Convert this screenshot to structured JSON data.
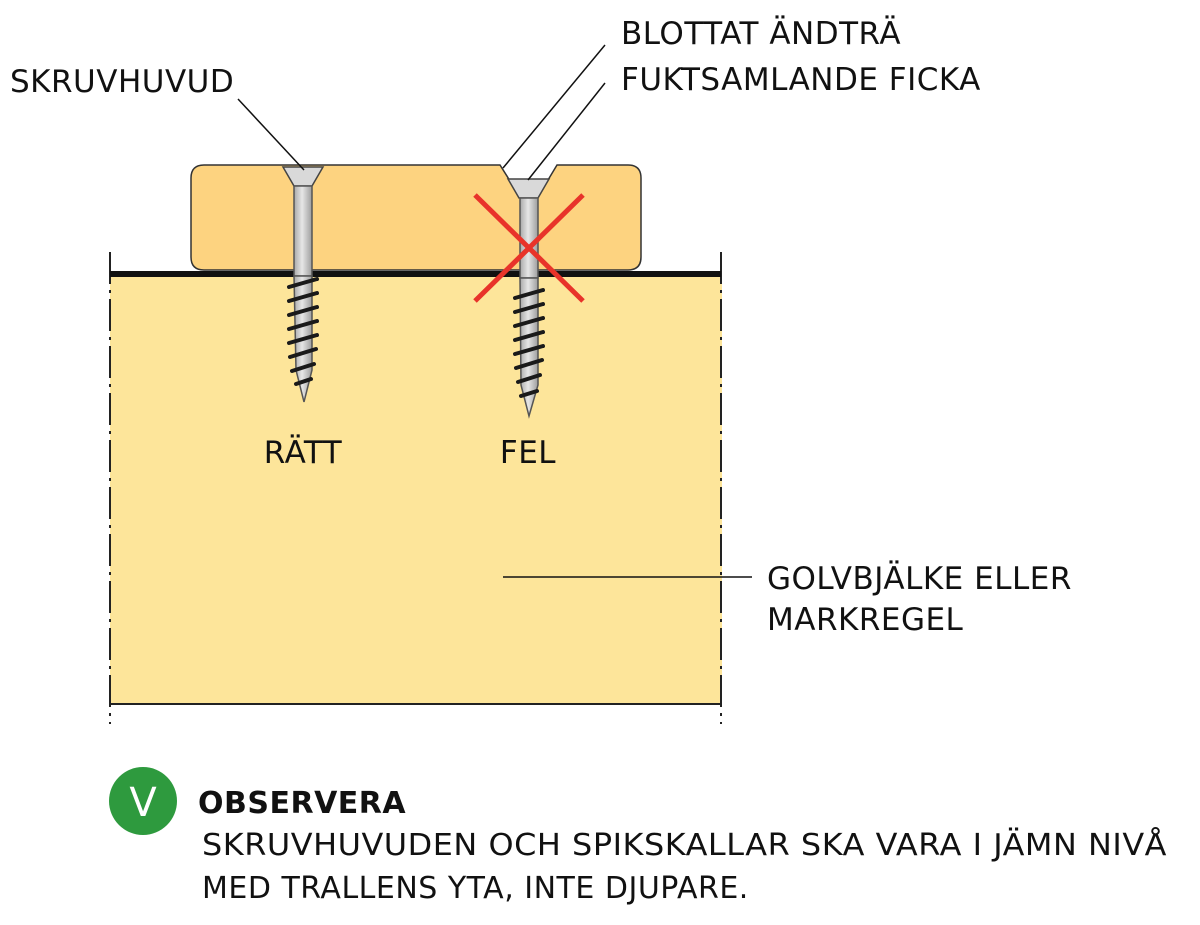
{
  "labels": {
    "screw_head": "SKRUVHUVUD",
    "exposed_end_grain": "BLOTTAT ÄNDTRÄ",
    "moisture_pocket": "FUKTSAMLANDE FICKA",
    "correct": "RÄTT",
    "wrong": "FEL",
    "joist_line1": "GOLVBJÄLKE ELLER",
    "joist_line2": "MARKREGEL"
  },
  "note": {
    "badge_letter": "V",
    "title": "OBSERVERA",
    "line1": "SKRUVHUVUDEN OCH SPIKSKALLAR SKA VARA I JÄMN NIVÅ",
    "line2": "MED TRALLENS YTA, INTE DJUPARE."
  },
  "colors": {
    "deck_board": "#fdd380",
    "joist": "#fde59a",
    "wrong_mark": "#e8332a",
    "badge": "#2e9a3e",
    "screw": "#c8c8c8"
  },
  "icons": {
    "wrong_mark": "red-x-icon",
    "badge": "check-badge-icon"
  }
}
